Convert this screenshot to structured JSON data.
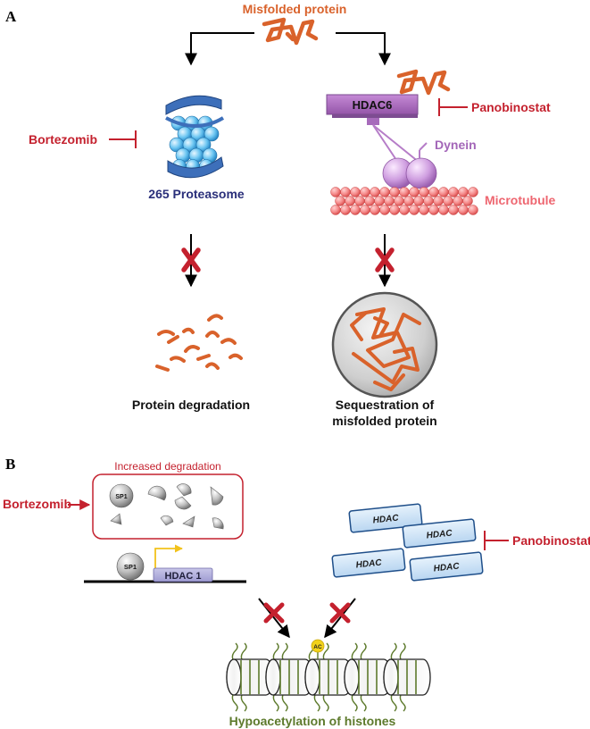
{
  "panels": {
    "a": "A",
    "b": "B"
  },
  "labels": {
    "misfolded_protein": "Misfolded protein",
    "bortezomib_a": "Bortezomib",
    "proteasome": "265 Proteasome",
    "hdac6": "HDAC6",
    "panobinostat_a": "Panobinostat",
    "dynein": "Dynein",
    "microtubule": "Microtubule",
    "protein_degradation": "Protein degradation",
    "sequestration_line1": "Sequestration of",
    "sequestration_line2": "misfolded protein",
    "increased_degradation": "Increased degradation",
    "bortezomib_b": "Bortezomib",
    "sp1_top": "SP1",
    "sp1_gene": "SP1",
    "hdac1": "HDAC 1",
    "hdac_1": "HDAC",
    "hdac_2": "HDAC",
    "hdac_3": "HDAC",
    "hdac_4": "HDAC",
    "panobinostat_b": "Panobinostat",
    "ac": "AC",
    "hypoacetylation": "Hypoacetylation of histones"
  },
  "colors": {
    "drug_red": "#c4212e",
    "protein_orange": "#d9622b",
    "proteasome_navy": "#2a2f7a",
    "hdac6_purple": "#a366b8",
    "microtubule_salmon": "#ee6670",
    "histone_green": "#5d7a2c",
    "hdac_blue": "#cfe4f7",
    "ac_yellow": "#f2d21b"
  },
  "icons": [
    "misfolded-protein-icon",
    "proteasome-icon",
    "dynein-icon",
    "microtubule-icon",
    "aggresome-icon",
    "protein-fragment-icon",
    "blocked-x-icon",
    "inhibition-bar-icon",
    "nucleosome-icon"
  ]
}
